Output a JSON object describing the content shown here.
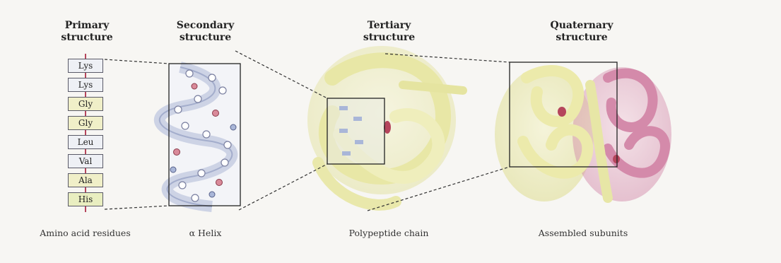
{
  "headings": {
    "primary": [
      "Primary",
      "structure"
    ],
    "secondary": [
      "Secondary",
      "structure"
    ],
    "tertiary": [
      "Tertiary",
      "structure"
    ],
    "quaternary": [
      "Quaternary",
      "structure"
    ]
  },
  "residues": [
    {
      "label": "Lys",
      "color": "#eef0f5"
    },
    {
      "label": "Lys",
      "color": "#eef0f5"
    },
    {
      "label": "Gly",
      "color": "#f0efc8"
    },
    {
      "label": "Gly",
      "color": "#f0efc8"
    },
    {
      "label": "Leu",
      "color": "#eef0f5"
    },
    {
      "label": "Val",
      "color": "#eef0f5"
    },
    {
      "label": "Ala",
      "color": "#f0efc8"
    },
    {
      "label": "His",
      "color": "#e9eec0"
    }
  ],
  "captions": {
    "primary": "Amino acid residues",
    "secondary": "α Helix",
    "tertiary": "Polypeptide chain",
    "quaternary": "Assembled subunits"
  },
  "colors": {
    "ribbon_yellow": "#ecebb0",
    "ribbon_pink": "#d98fb0",
    "helix_blue": "#b9c3de",
    "connector_line": "#333333"
  }
}
